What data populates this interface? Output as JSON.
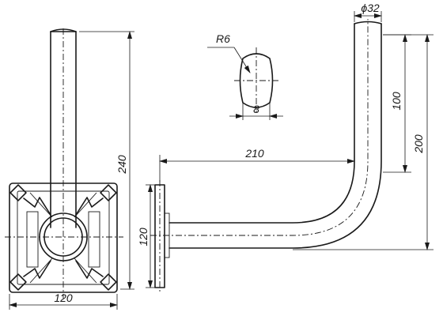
{
  "dimensions": {
    "base_width": "120",
    "height_240": "240",
    "arm_length": "210",
    "base_height": "120",
    "diameter": "ϕ32",
    "upper_section": "100",
    "total_rise": "200",
    "slot_radius": "R6",
    "slot_width": "8"
  }
}
